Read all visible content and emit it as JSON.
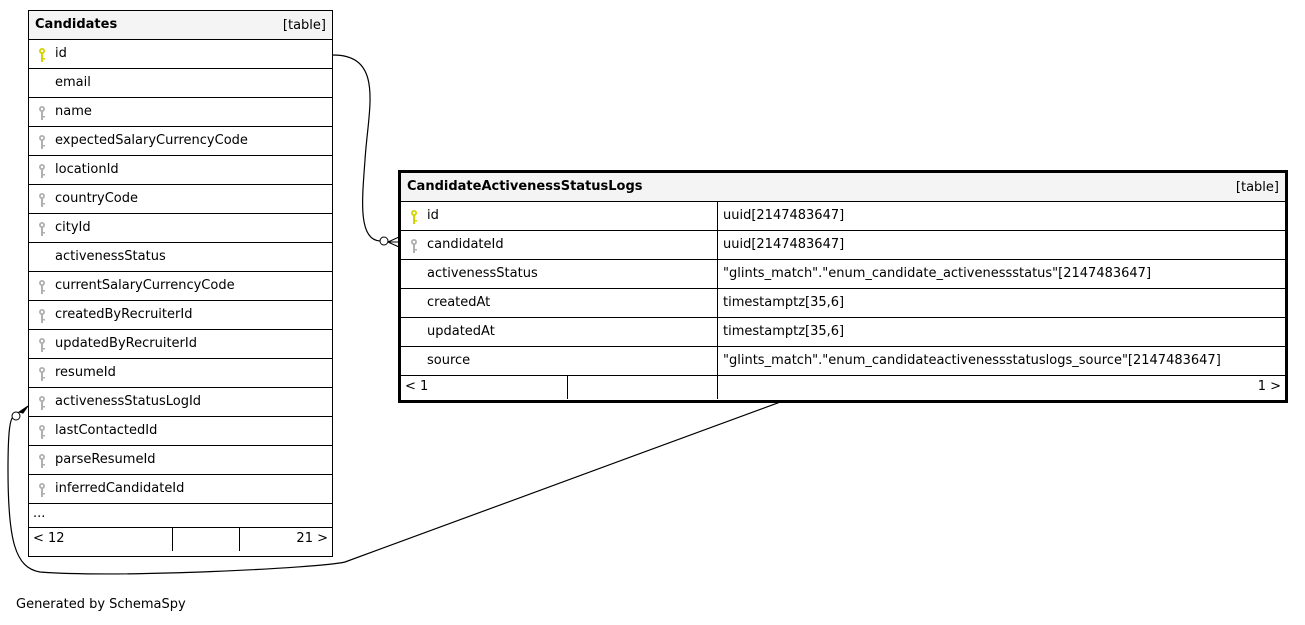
{
  "tables": [
    {
      "name": "Candidates",
      "type_label": "[table]",
      "columns": [
        {
          "name": "id",
          "key": "primary"
        },
        {
          "name": "email",
          "key": "none"
        },
        {
          "name": "name",
          "key": "foreign"
        },
        {
          "name": "expectedSalaryCurrencyCode",
          "key": "foreign"
        },
        {
          "name": "locationId",
          "key": "foreign"
        },
        {
          "name": "countryCode",
          "key": "foreign"
        },
        {
          "name": "cityId",
          "key": "foreign"
        },
        {
          "name": "activenessStatus",
          "key": "none"
        },
        {
          "name": "currentSalaryCurrencyCode",
          "key": "foreign"
        },
        {
          "name": "createdByRecruiterId",
          "key": "foreign"
        },
        {
          "name": "updatedByRecruiterId",
          "key": "foreign"
        },
        {
          "name": "resumeId",
          "key": "foreign"
        },
        {
          "name": "activenessStatusLogId",
          "key": "foreign"
        },
        {
          "name": "lastContactedId",
          "key": "foreign"
        },
        {
          "name": "parseResumeId",
          "key": "foreign"
        },
        {
          "name": "inferredCandidateId",
          "key": "foreign"
        }
      ],
      "ellipsis": "...",
      "footer": {
        "parents": "< 12",
        "children": "21 >"
      }
    },
    {
      "name": "CandidateActivenessStatusLogs",
      "type_label": "[table]",
      "columns": [
        {
          "name": "id",
          "key": "primary",
          "type": "uuid[2147483647]"
        },
        {
          "name": "candidateId",
          "key": "foreign",
          "type": "uuid[2147483647]"
        },
        {
          "name": "activenessStatus",
          "key": "none",
          "type": "\"glints_match\".\"enum_candidate_activenessstatus\"[2147483647]"
        },
        {
          "name": "createdAt",
          "key": "none",
          "type": "timestamptz[35,6]"
        },
        {
          "name": "updatedAt",
          "key": "none",
          "type": "timestamptz[35,6]"
        },
        {
          "name": "source",
          "key": "none",
          "type": "\"glints_match\".\"enum_candidateactivenessstatuslogs_source\"[2147483647]"
        }
      ],
      "footer": {
        "parents": "< 1",
        "children": "1 >"
      }
    }
  ],
  "footer_text": "Generated by SchemaSpy",
  "colors": {
    "primary_key": "#d4d400",
    "foreign_key": "#b0b0b0",
    "header_bg": "#f4f4f4"
  }
}
